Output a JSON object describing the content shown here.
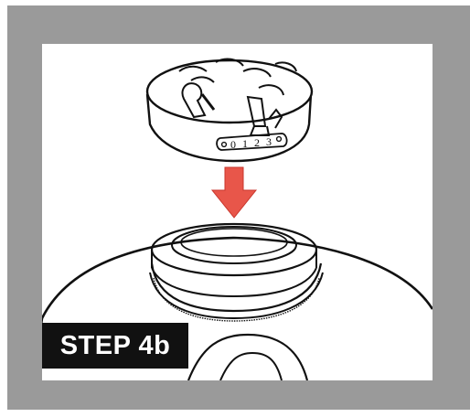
{
  "step": {
    "label": "STEP 4b"
  },
  "dial": {
    "numbers": [
      "0",
      "1",
      "2",
      "3"
    ]
  },
  "icons": {
    "arrow": "down-arrow-icon",
    "cap": "valve-cap-icon",
    "lid": "cooker-lid-icon"
  },
  "colors": {
    "frame": "#9a9a9a",
    "arrow": "#e8564a",
    "label_bg": "#111111",
    "label_text": "#ffffff"
  }
}
